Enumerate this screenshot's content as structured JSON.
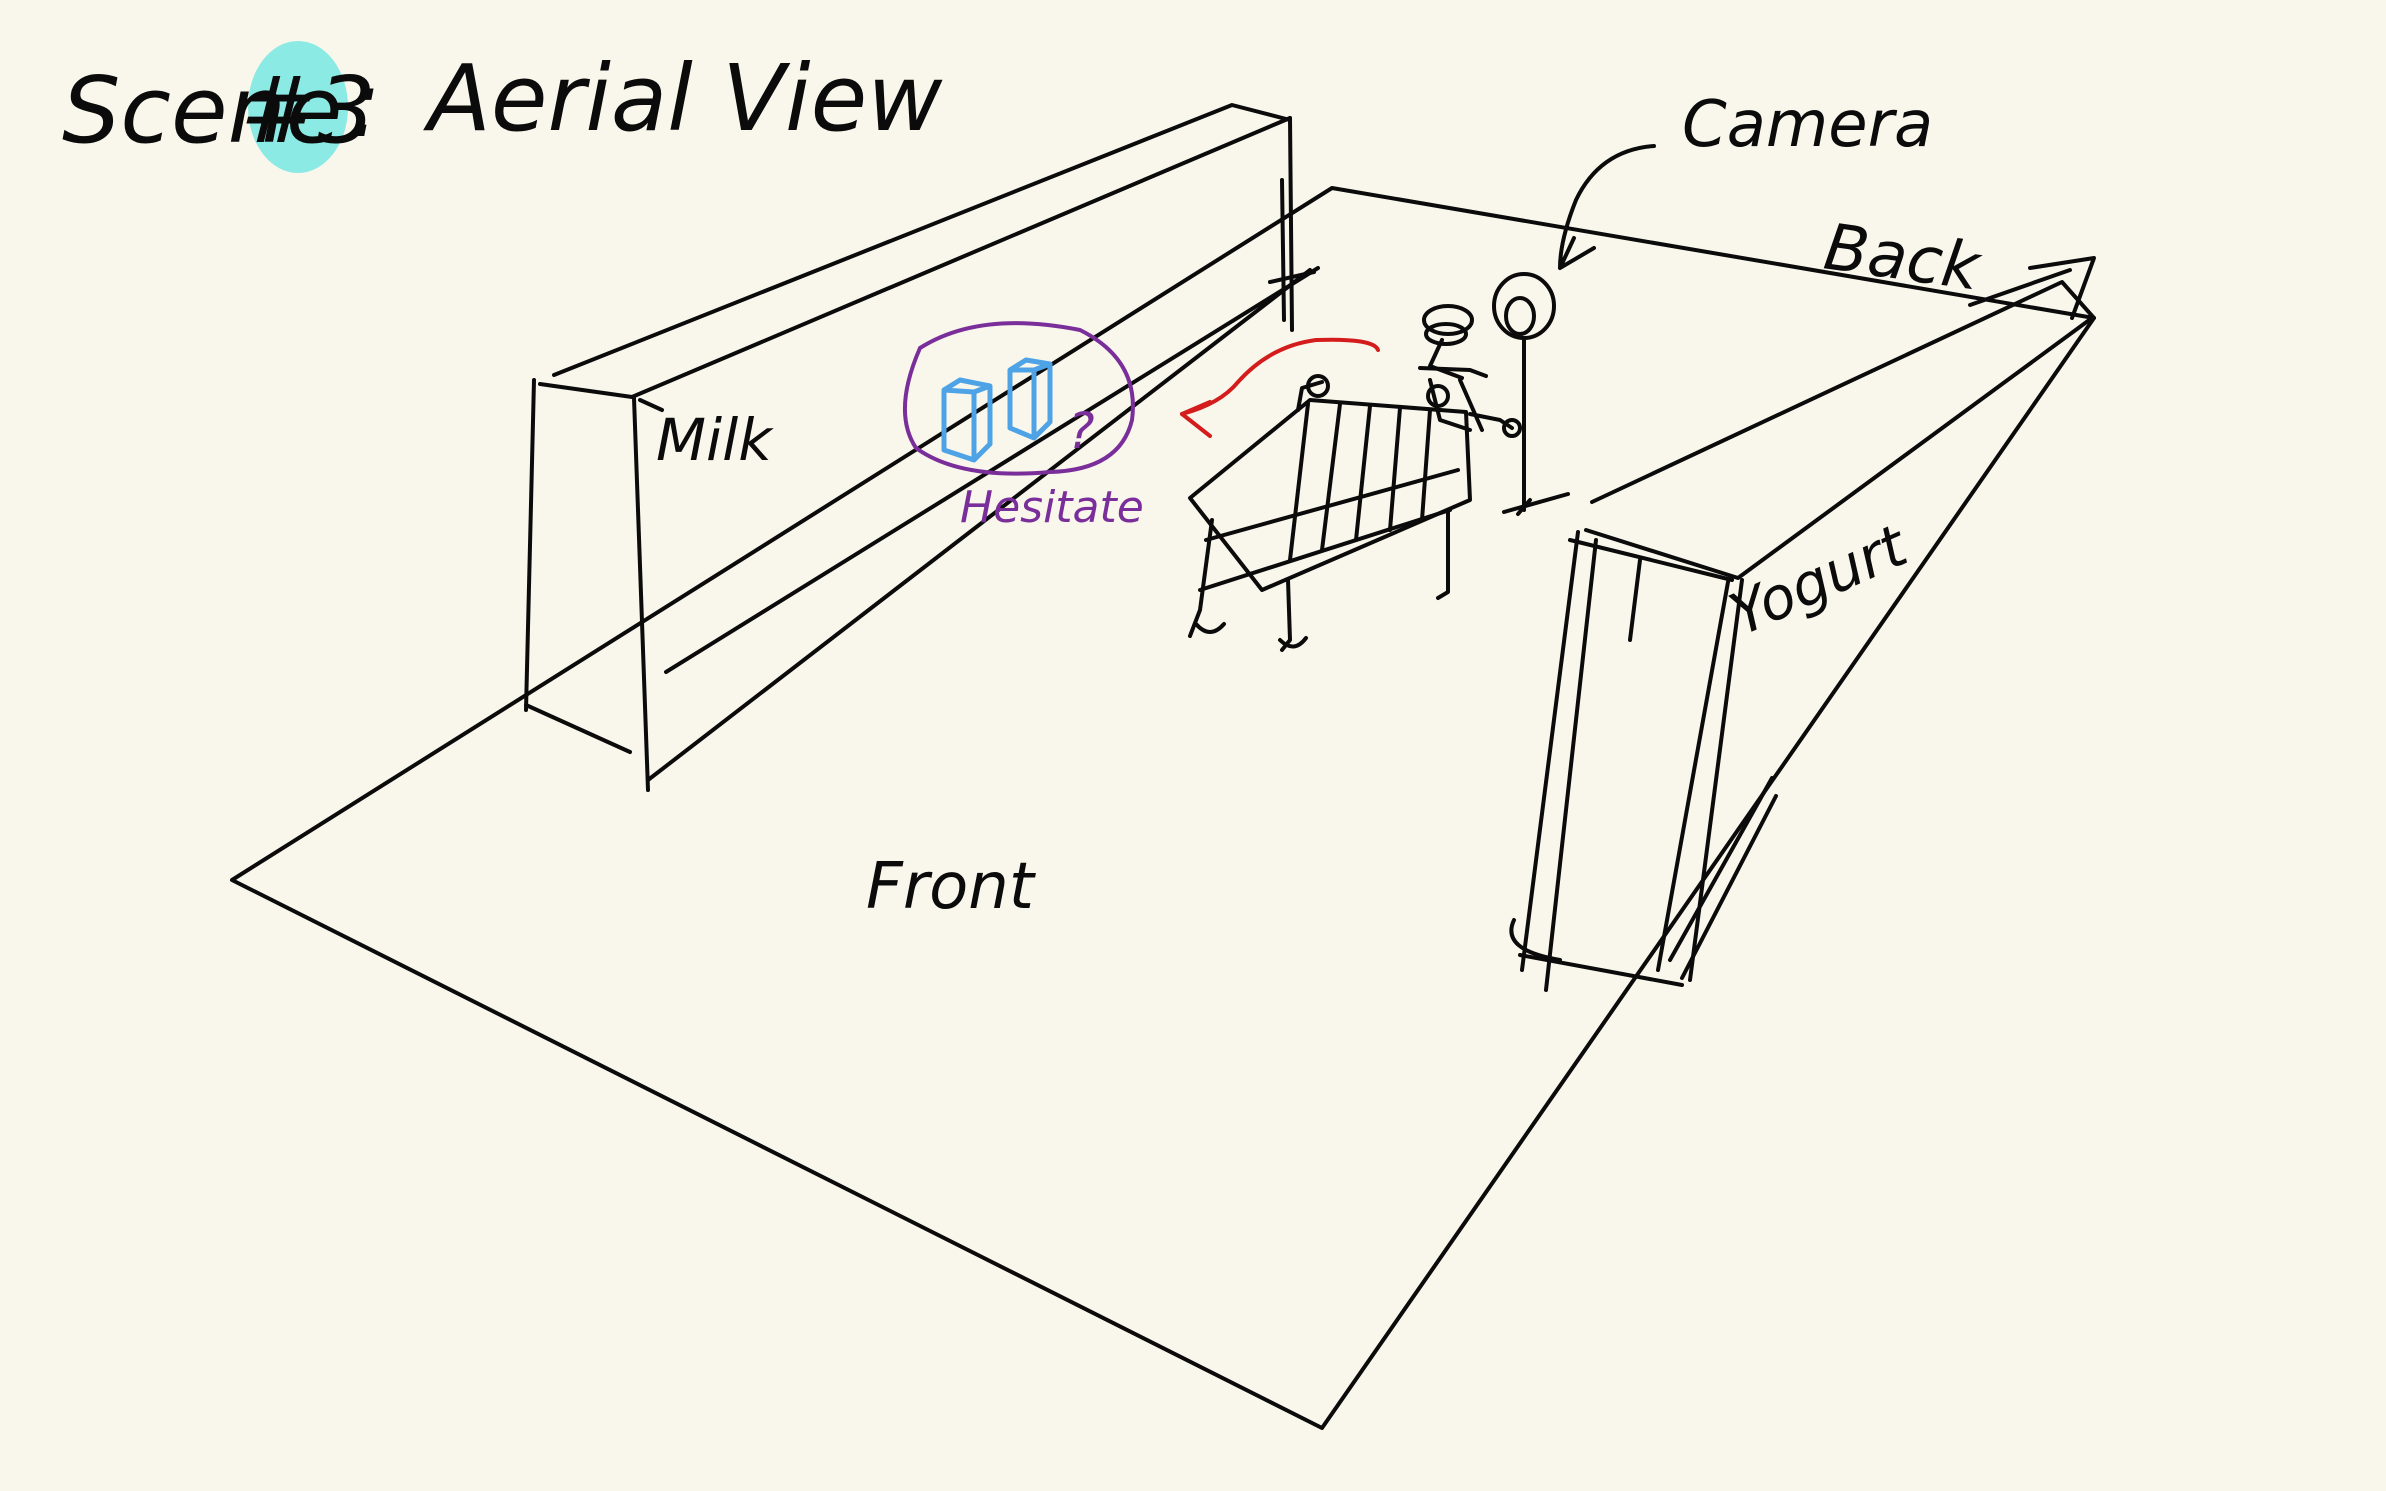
{
  "title": {
    "scene_word": "Scene",
    "scene_number": "#3",
    "separator": ":",
    "subtitle": "Aerial View"
  },
  "labels": {
    "milk": "Milk",
    "camera": "Camera",
    "back": "Back",
    "yogurt": "Yogurt",
    "front": "Front",
    "hesitate": "Hesitate",
    "question": "?"
  },
  "colors": {
    "background": "#f9f7ec",
    "ink": "#0b0b0b",
    "highlight": "#7ee8e3",
    "hesitate_circle": "#7a2e9a",
    "milk_cartons": "#4da3e6",
    "movement_arrow": "#d41c1c"
  },
  "icons": {
    "cart": "shopping-cart-icon",
    "person": "shopper-figure-icon",
    "camera": "camera-on-tripod-icon",
    "cartons": "milk-carton-icon"
  }
}
